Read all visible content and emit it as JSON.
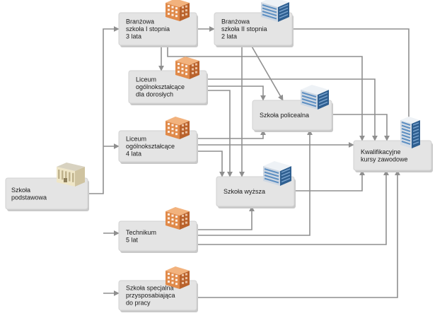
{
  "nodes": [
    {
      "id": "podstawowa",
      "lines": [
        "Szkoła",
        "podstawowa"
      ],
      "icon": "classic-school-building-icon"
    },
    {
      "id": "branzowa1",
      "lines": [
        "Branżowa",
        "szkoła I stopnia",
        "3 lata"
      ],
      "icon": "brick-school-building-icon"
    },
    {
      "id": "branzowa2",
      "lines": [
        "Branżowa",
        "szkoła II stopnia",
        "2 lata"
      ],
      "icon": "glass-office-building-icon"
    },
    {
      "id": "liceum_dorosli",
      "lines": [
        "Liceum",
        "ogólnokształcące",
        "dla dorosłych"
      ],
      "icon": "brick-school-building-icon"
    },
    {
      "id": "policealna",
      "lines": [
        "Szkoła policealna"
      ],
      "icon": "glass-office-building-icon"
    },
    {
      "id": "liceum",
      "lines": [
        "Liceum",
        "ogólnokształcące",
        "4 lata"
      ],
      "icon": "brick-school-building-icon"
    },
    {
      "id": "kursy",
      "lines": [
        "Kwalifikacyjne",
        "kursy zawodowe"
      ],
      "icon": "tower-office-building-icon"
    },
    {
      "id": "wyzsza",
      "lines": [
        "Szkoła wyższa"
      ],
      "icon": "glass-office-building-icon"
    },
    {
      "id": "technikum",
      "lines": [
        "Technikum",
        "5 lat"
      ],
      "icon": "brick-school-building-icon"
    },
    {
      "id": "specjalna",
      "lines": [
        "Szkoła specjalna",
        "przysposabiająca",
        "do pracy"
      ],
      "icon": "brick-school-building-icon"
    }
  ],
  "edges": [
    {
      "from": "podstawowa",
      "to": "branzowa1"
    },
    {
      "from": "podstawowa",
      "to": "liceum"
    },
    {
      "from": "podstawowa",
      "to": "technikum"
    },
    {
      "from": "podstawowa",
      "to": "specjalna"
    },
    {
      "from": "branzowa1",
      "to": "branzowa2"
    },
    {
      "from": "branzowa1",
      "to": "liceum_dorosli"
    },
    {
      "from": "branzowa1",
      "to": "kursy"
    },
    {
      "from": "branzowa2",
      "to": "policealna"
    },
    {
      "from": "branzowa2",
      "to": "wyzsza"
    },
    {
      "from": "branzowa2",
      "to": "kursy"
    },
    {
      "from": "liceum_dorosli",
      "to": "policealna"
    },
    {
      "from": "liceum_dorosli",
      "to": "wyzsza"
    },
    {
      "from": "liceum_dorosli",
      "to": "kursy"
    },
    {
      "from": "liceum",
      "to": "policealna"
    },
    {
      "from": "liceum",
      "to": "wyzsza"
    },
    {
      "from": "liceum",
      "to": "kursy"
    },
    {
      "from": "policealna",
      "to": "kursy"
    },
    {
      "from": "technikum",
      "to": "wyzsza"
    },
    {
      "from": "technikum",
      "to": "policealna"
    },
    {
      "from": "technikum",
      "to": "kursy"
    },
    {
      "from": "specjalna",
      "to": "kursy"
    },
    {
      "from": "wyzsza",
      "to": "kursy"
    }
  ],
  "colors": {
    "box_fill": "#e4e4e4",
    "box_shadow": "#c9c9c9",
    "connector": "#8f8f8f",
    "brick": "#e08a4a",
    "brick_dark": "#b9622c",
    "glass": "#5d8fc2",
    "glass_dark": "#2f5f90",
    "classic": "#efe6c8"
  }
}
